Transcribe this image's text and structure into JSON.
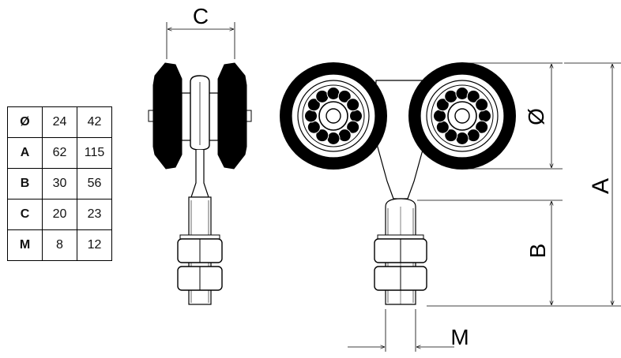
{
  "table": {
    "rows": [
      {
        "key": "Ø",
        "small": "24",
        "large": "42"
      },
      {
        "key": "A",
        "small": "62",
        "large": "115"
      },
      {
        "key": "B",
        "small": "30",
        "large": "56"
      },
      {
        "key": "C",
        "small": "20",
        "large": "23"
      },
      {
        "key": "M",
        "small": "8",
        "large": "12"
      }
    ]
  },
  "dimensions": {
    "c": "C",
    "diameter": "Ø",
    "a": "A",
    "b": "B",
    "m": "M"
  }
}
